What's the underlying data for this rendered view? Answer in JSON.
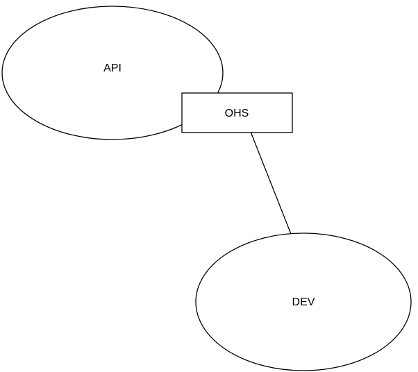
{
  "diagram": {
    "title": "",
    "nodes": [
      {
        "id": "api",
        "label": "API",
        "shape": "ellipse"
      },
      {
        "id": "ohs",
        "label": "OHS",
        "shape": "rectangle"
      },
      {
        "id": "dev",
        "label": "DEV",
        "shape": "ellipse"
      }
    ],
    "edges": [
      {
        "from": "ohs",
        "to": "dev",
        "style": "plain-line"
      }
    ],
    "colors": {
      "stroke": "#000000",
      "fill": "#ffffff",
      "background": "#ffffff",
      "text": "#000000"
    }
  }
}
